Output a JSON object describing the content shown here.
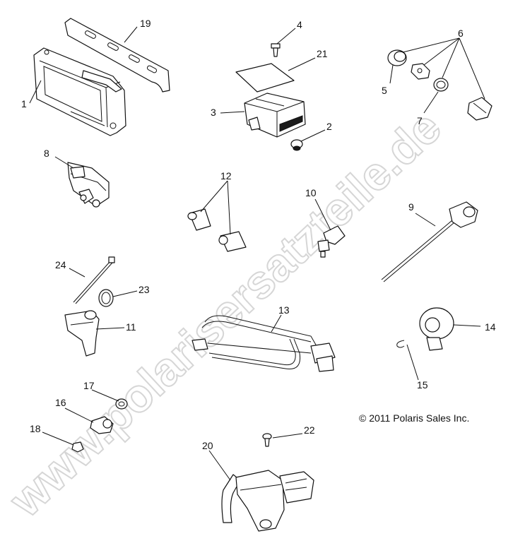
{
  "watermark": "www.polarisersatzteile.de",
  "copyright": "© 2011 Polaris Sales Inc.",
  "callouts": [
    "1",
    "2",
    "3",
    "4",
    "5",
    "6",
    "7",
    "8",
    "9",
    "10",
    "11",
    "12",
    "13",
    "14",
    "15",
    "16",
    "17",
    "18",
    "19",
    "20",
    "21",
    "22",
    "23",
    "24"
  ]
}
